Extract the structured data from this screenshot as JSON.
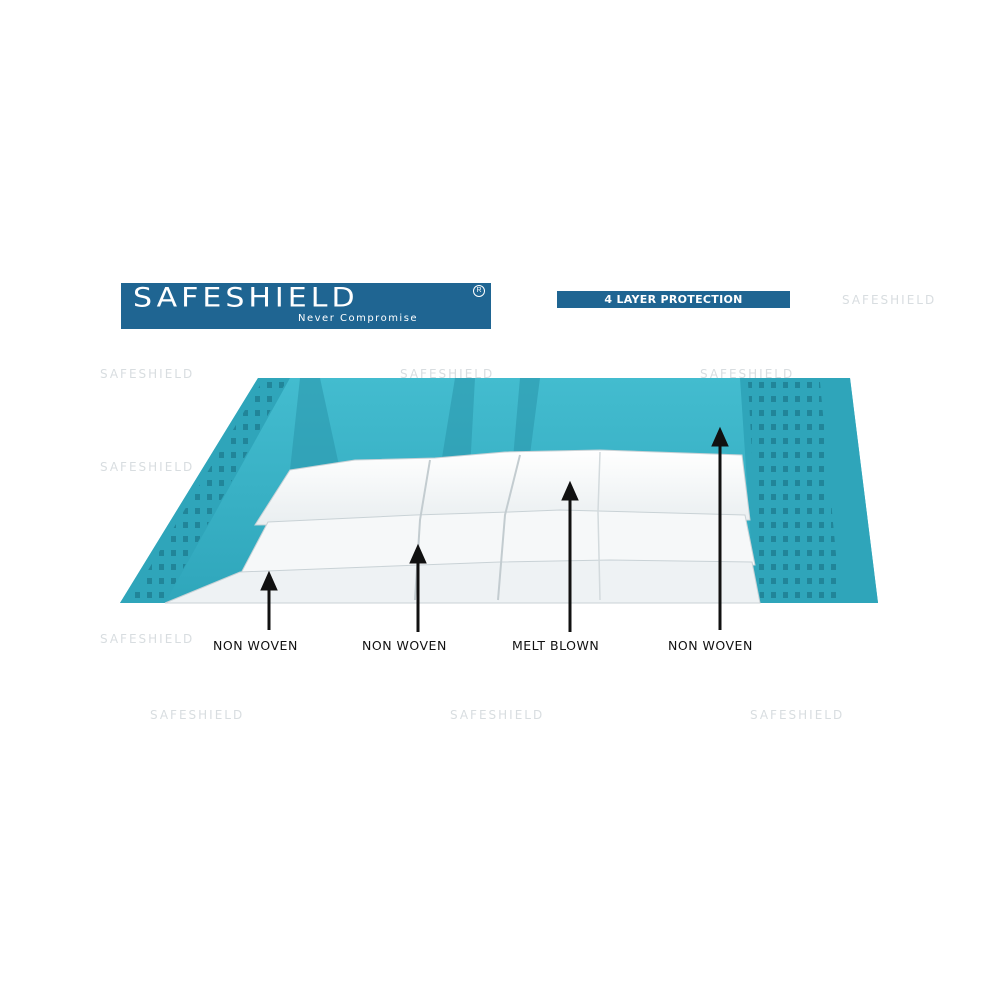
{
  "brand": {
    "logo_text": "SAFESHIELD",
    "registered_mark": "R",
    "tagline": "Never Compromise",
    "color": "#1f6592"
  },
  "badge": {
    "text": "4 LAYER PROTECTION"
  },
  "watermark_text": "SAFESHIELD",
  "layers": [
    {
      "label": "NON WOVEN"
    },
    {
      "label": "NON WOVEN"
    },
    {
      "label": "MELT BLOWN"
    },
    {
      "label": "NON WOVEN"
    }
  ],
  "colors": {
    "mask_blue": "#3db5c9",
    "mask_blue_dark": "#2a97ad",
    "arrow": "#111111"
  }
}
